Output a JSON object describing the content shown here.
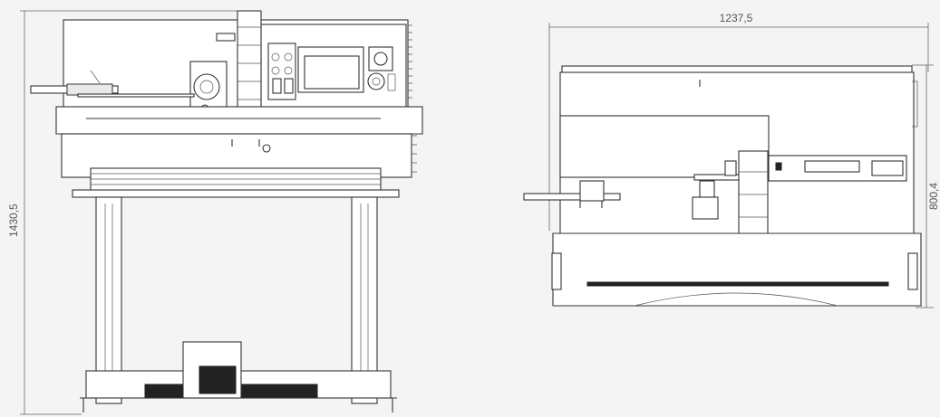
{
  "drawing": {
    "dimensions": {
      "height_total": "1430,5",
      "width_side": "1237,5",
      "height_side": "800,4"
    }
  }
}
